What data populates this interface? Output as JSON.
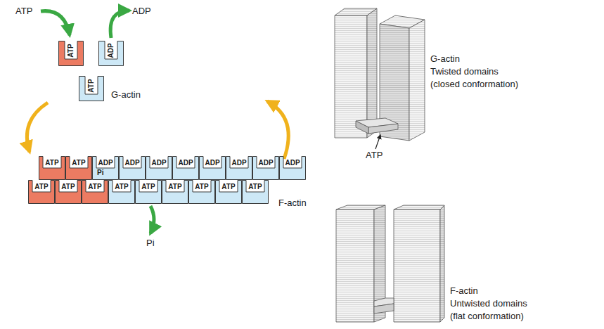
{
  "diagram": {
    "nodes": [
      {
        "text": [
          "ATP"
        ]
      },
      {
        "text": [
          "ADP"
        ]
      },
      {
        "text": [
          "ATP",
          "G-actin"
        ]
      },
      {
        "text": [
          "ATP"
        ]
      },
      {
        "text": [
          "ATP"
        ]
      },
      {
        "text": [
          "ADP",
          "Pi"
        ]
      },
      {
        "text": [
          "ADP"
        ]
      },
      {
        "text": [
          "ADP"
        ]
      },
      {
        "text": [
          "ADP"
        ]
      },
      {
        "text": [
          "ADP"
        ]
      },
      {
        "text": [
          "ADP"
        ]
      },
      {
        "text": [
          "ADP"
        ]
      },
      {
        "text": [
          "ADP"
        ]
      },
      {
        "text": [
          "ATP"
        ]
      },
      {
        "text": [
          "ATP"
        ]
      },
      {
        "text": [
          "ATP"
        ]
      },
      {
        "text": [
          "ATP"
        ]
      },
      {
        "text": [
          "ATP"
        ]
      },
      {
        "text": [
          "ATP"
        ]
      },
      {
        "text": [
          "ATP"
        ]
      },
      {
        "text": [
          "ATP"
        ]
      },
      {
        "text": [
          "ATP"
        ]
      }
    ],
    "labels": [
      "ATP",
      "ADP",
      "F-actin",
      "Pi",
      "ATP",
      "G-actin",
      "Twisted domains",
      "(closed conformation)",
      "F-actin",
      "Untwisted domains",
      "(flat conformation)"
    ]
  }
}
